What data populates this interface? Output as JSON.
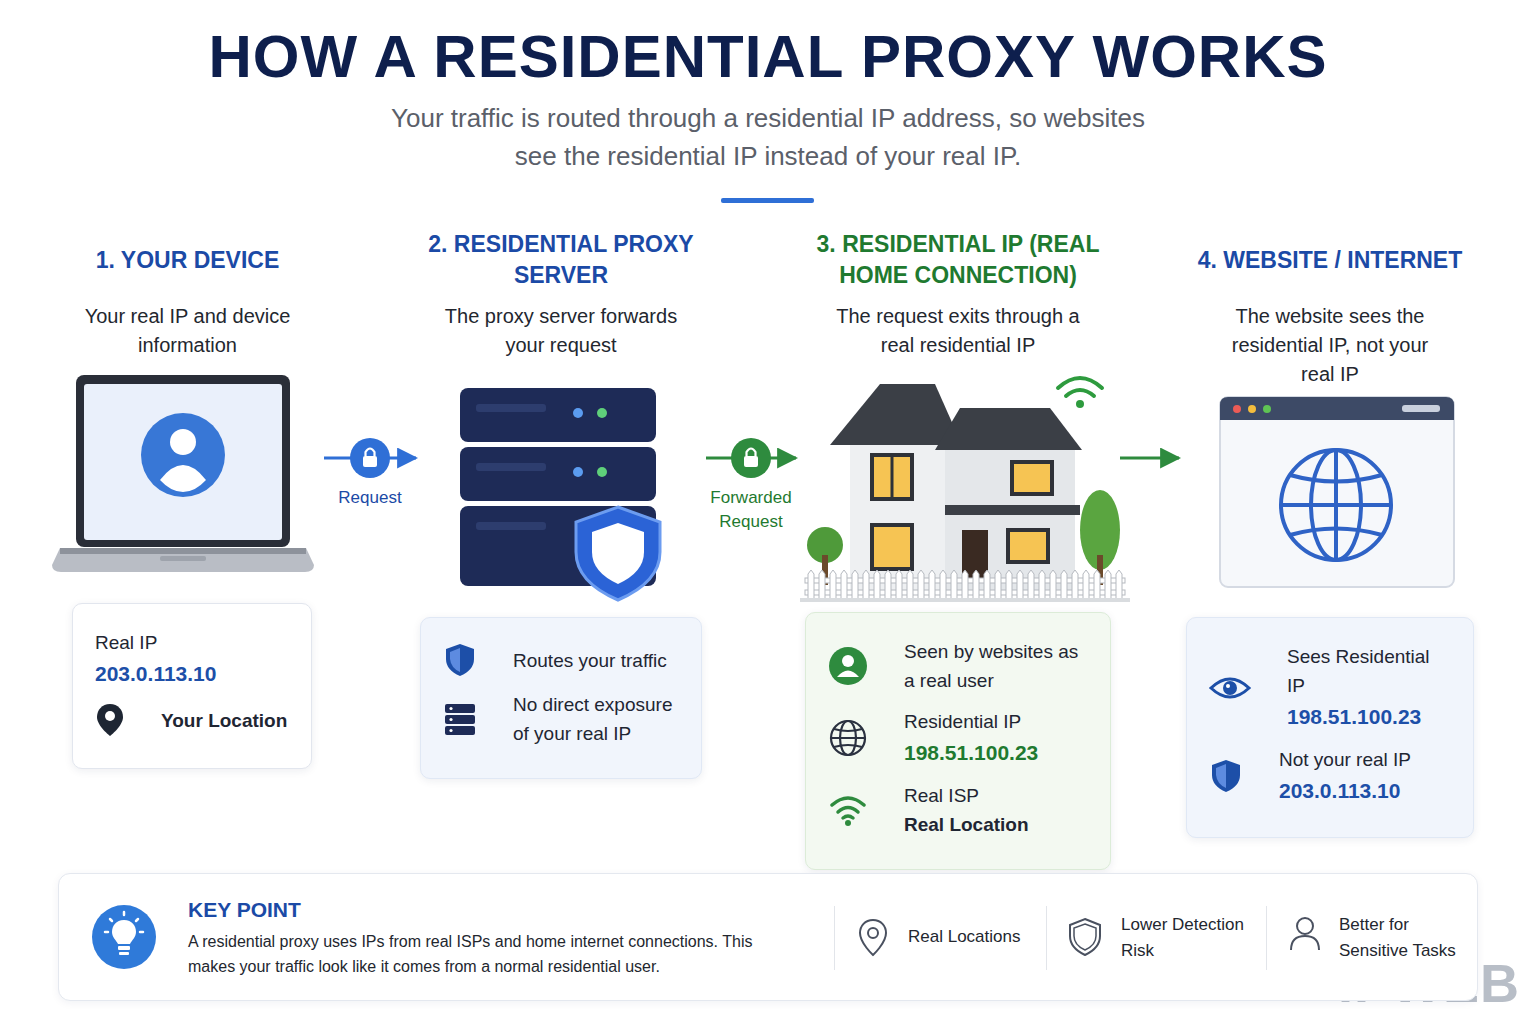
{
  "diagram": {
    "title": "HOW A RESIDENTIAL PROXY WORKS",
    "nodes": [
      {
        "text": [
          "1. YOUR DEVICE",
          "Your real IP and device information"
        ]
      },
      {
        "text": [
          "2. RESIDENTIAL PROXY SERVER",
          "The proxy server forwards your request"
        ]
      },
      {
        "text": [
          "3. RESIDENTIAL IP (REAL HOME CONNECTION)",
          "The request exits through a real residential IP"
        ]
      },
      {
        "text": [
          "4. WEBSITE / INTERNET",
          "The website sees the residential IP, not your real IP"
        ]
      },
      {
        "text": [
          "Real IP",
          "203.0.113.10",
          "Your Location"
        ],
        "in": 0
      },
      {
        "text": [
          "Routes your traffic",
          "No direct exposure of your real IP"
        ],
        "in": 1
      },
      {
        "text": [
          "Seen by websites as a real user",
          "Residential IP",
          "198.51.100.23",
          "Real ISP",
          "Real Location"
        ],
        "in": 2
      },
      {
        "text": [
          "Sees Residential IP",
          "198.51.100.23",
          "Not your real IP",
          "203.0.113.10"
        ],
        "in": 3
      },
      {
        "text": [
          "KEY POINT",
          "A residential proxy uses IPs from real ISPs and home internet connections. This makes your traffic look like it comes from a normal residential user.",
          "Real Locations",
          "Lower Detection Risk",
          "Better for Sensitive Tasks"
        ]
      }
    ],
    "edges": [
      {
        "from": 0,
        "to": 1,
        "label": "Request",
        "arrow": "to"
      },
      {
        "from": 1,
        "to": 2,
        "label": "Forwarded Request",
        "arrow": "to"
      },
      {
        "from": 2,
        "to": 3,
        "arrow": "to"
      }
    ],
    "labels": [
      "Your traffic is routed through a residential IP address, so websites see the residential IP instead of your real IP.",
      "IPWEB"
    ]
  }
}
